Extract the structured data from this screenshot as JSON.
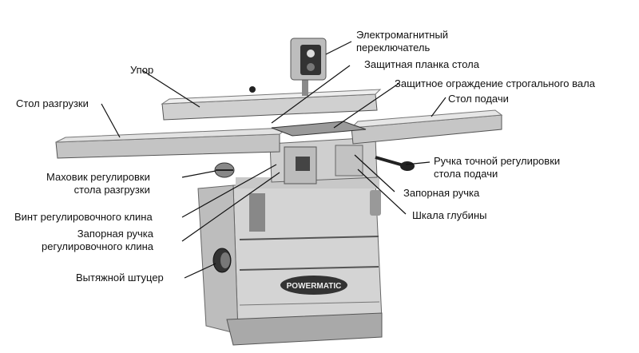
{
  "brand": "POWERMATIC",
  "labels": {
    "electromagnetic_switch": [
      "Электромагнитный",
      "переключатель"
    ],
    "fence": "Упор",
    "table_guard_strip": "Защитная планка стола",
    "cutterhead_guard": "Защитное ограждение строгального вала",
    "outfeed_table": "Стол разгрузки",
    "infeed_table": "Стол подачи",
    "outfeed_handwheel": [
      "Маховик регулировки",
      "стола разгрузки"
    ],
    "infeed_fine_knob": [
      "Ручка точной регулировки",
      "стола подачи"
    ],
    "lock_knob": "Запорная ручка",
    "gib_screw": "Винт регулировочного клина",
    "depth_scale": "Шкала глубины",
    "gib_lock_knob": [
      "Запорная ручка",
      "регулировочного клина"
    ],
    "dust_port": "Вытяжной штуцер"
  }
}
